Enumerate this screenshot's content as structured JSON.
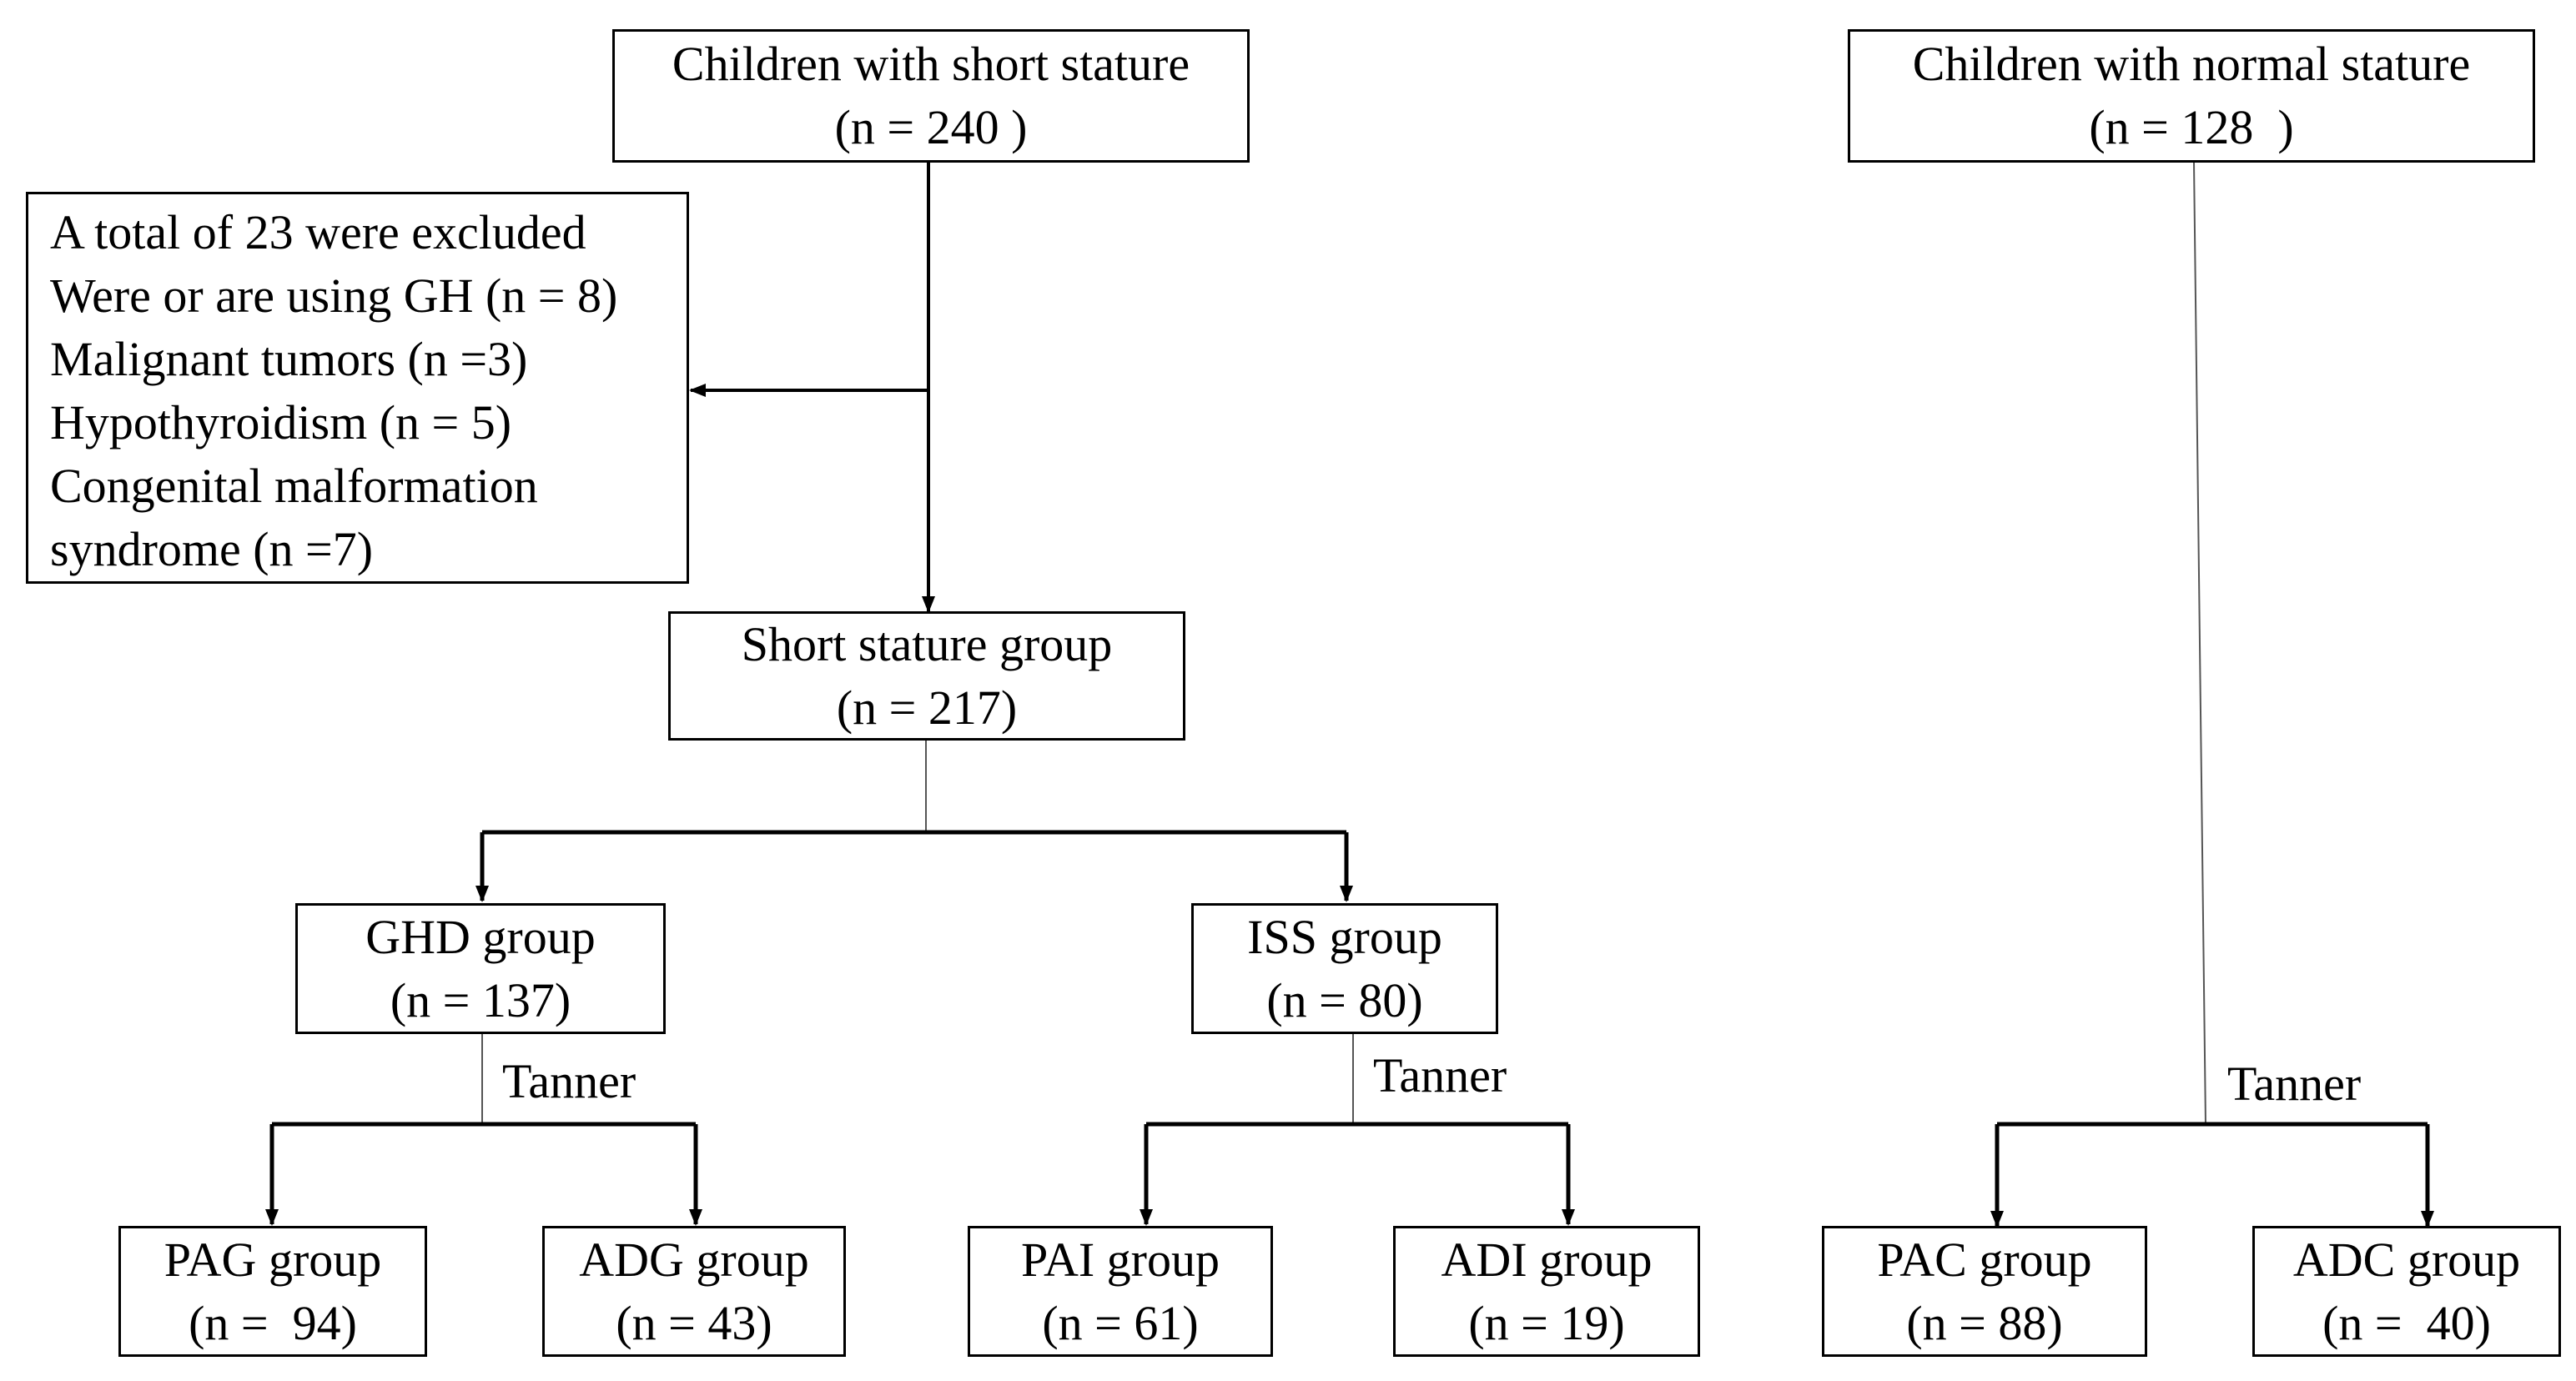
{
  "nodes": {
    "short_stature_children": {
      "line1": "Children with short stature",
      "line2": "(n = 240 )"
    },
    "normal_stature_children": {
      "line1": "Children with normal stature",
      "line2": "(n = 128  )"
    },
    "exclusion": {
      "lines": [
        "A total of 23 were excluded",
        "Were or are using GH (n = 8)",
        "Malignant tumors (n =3)",
        "Hypothyroidism (n = 5)",
        "Congenital malformation",
        "syndrome (n =7)"
      ]
    },
    "short_stature_group": {
      "line1": "Short stature group",
      "line2": "(n = 217)"
    },
    "ghd_group": {
      "line1": "GHD group",
      "line2": "(n = 137)"
    },
    "iss_group": {
      "line1": "ISS group",
      "line2": "(n = 80)"
    },
    "pag_group": {
      "line1": "PAG group",
      "line2": "(n =  94)"
    },
    "adg_group": {
      "line1": "ADG group",
      "line2": "(n = 43)"
    },
    "pai_group": {
      "line1": "PAI group",
      "line2": "(n = 61)"
    },
    "adi_group": {
      "line1": "ADI group",
      "line2": "(n = 19)"
    },
    "pac_group": {
      "line1": "PAC group",
      "line2": "(n = 88)"
    },
    "adc_group": {
      "line1": "ADC group",
      "line2": "(n =  40)"
    }
  },
  "edge_labels": {
    "ghd_split": "Tanner",
    "iss_split": "Tanner",
    "normal_split": "Tanner"
  }
}
